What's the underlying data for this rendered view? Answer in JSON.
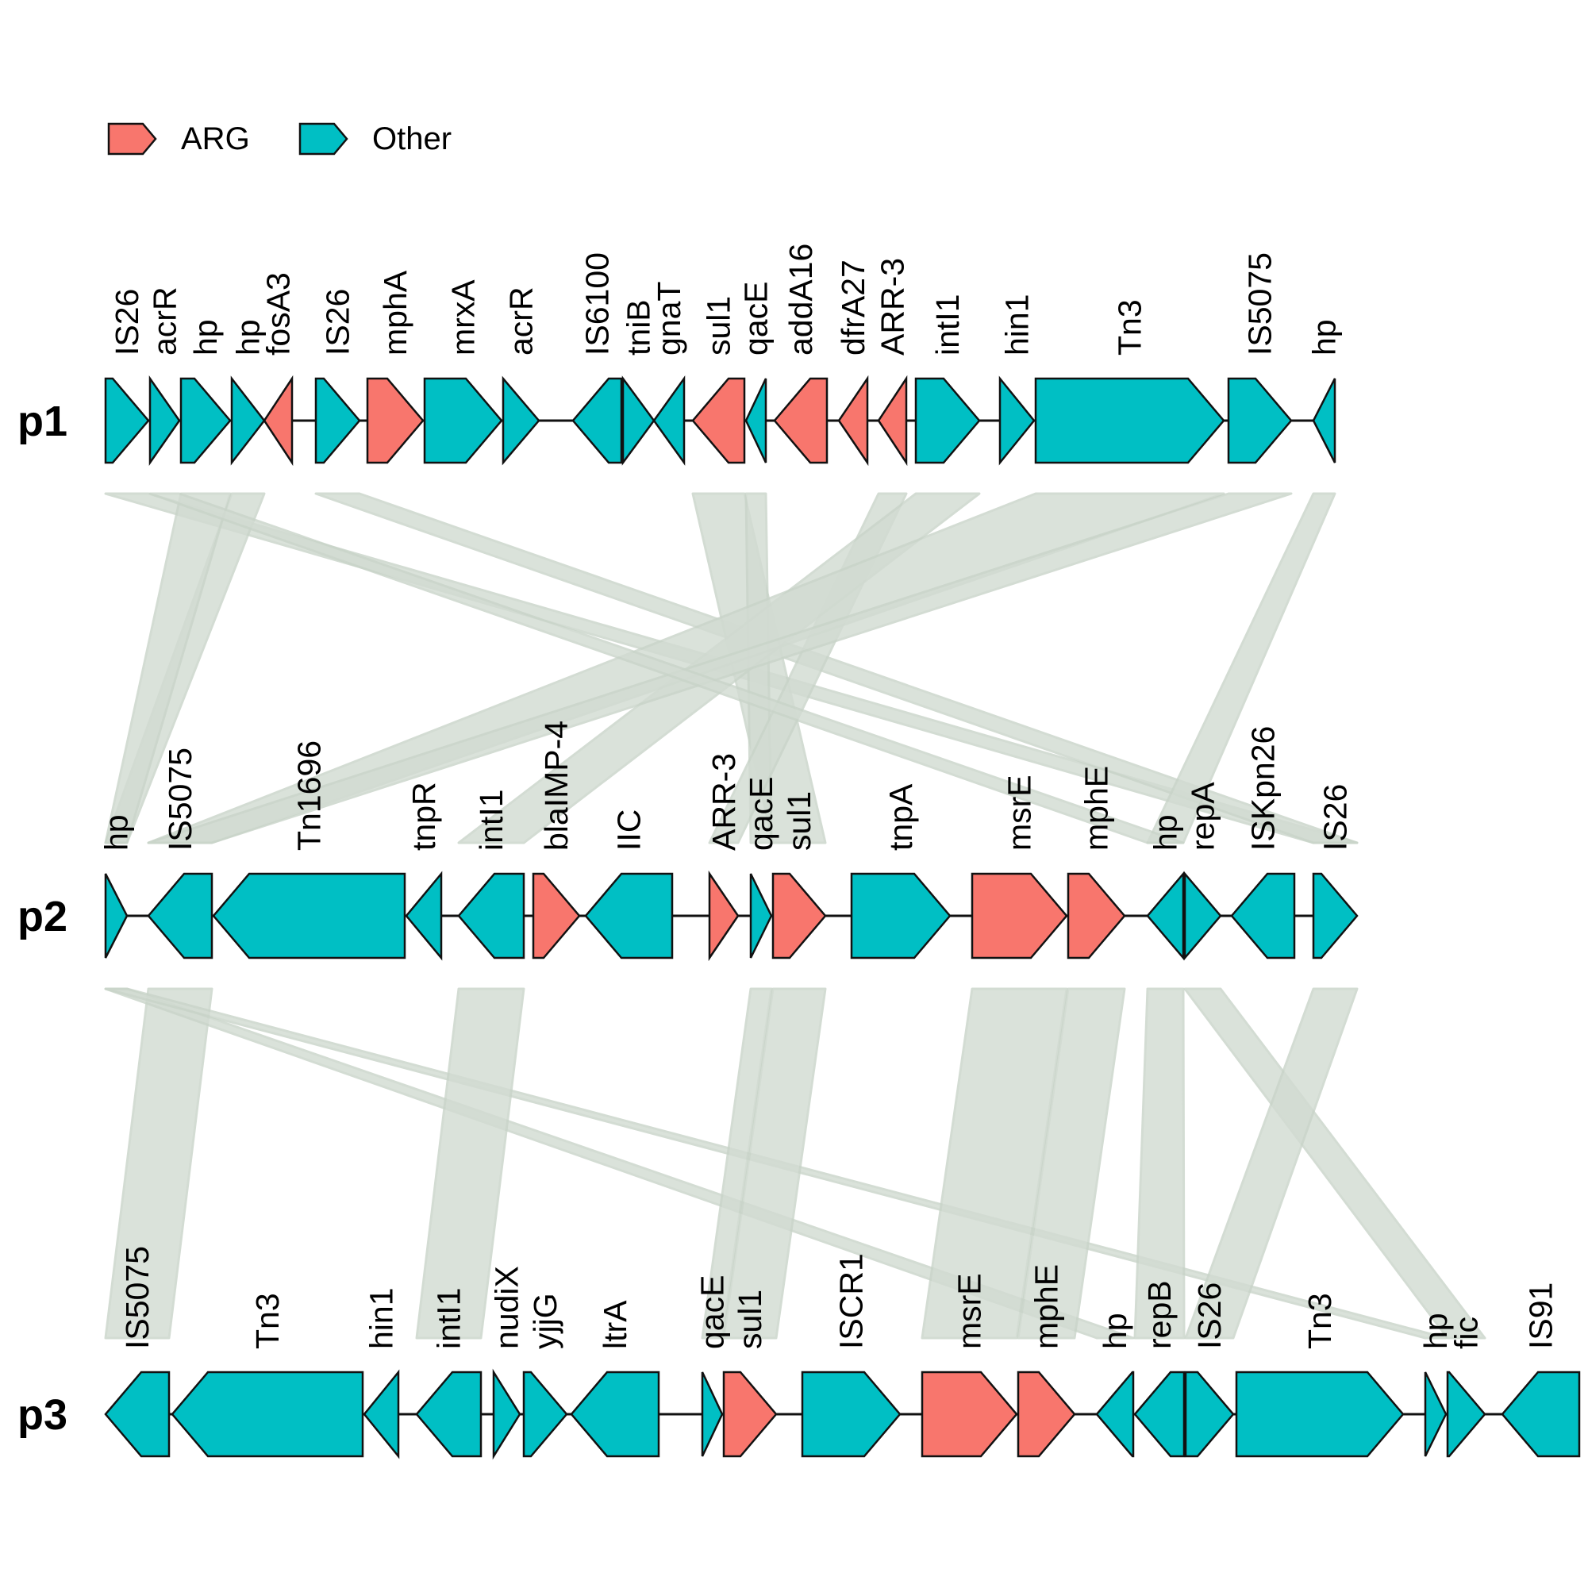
{
  "colors": {
    "arg": "#f8766d",
    "other": "#00bfc4",
    "link": "#d2dbd2",
    "outline": "#111111"
  },
  "legend": {
    "items": [
      {
        "key": "arg",
        "label": "ARG"
      },
      {
        "key": "other",
        "label": "Other"
      }
    ]
  },
  "tracks": [
    {
      "label": "p1",
      "genes": [
        {
          "name": "IS26",
          "start": 133,
          "end": 187,
          "strand": 1,
          "type": "other"
        },
        {
          "name": "acrR",
          "start": 189,
          "end": 226,
          "strand": 1,
          "type": "other"
        },
        {
          "name": "hp",
          "start": 228,
          "end": 290,
          "strand": 1,
          "type": "other"
        },
        {
          "name": "hp",
          "start": 292,
          "end": 333,
          "strand": 1,
          "type": "other"
        },
        {
          "name": "fosA3",
          "start": 333,
          "end": 368,
          "strand": -1,
          "type": "arg"
        },
        {
          "name": "IS26",
          "start": 398,
          "end": 453,
          "strand": 1,
          "type": "other"
        },
        {
          "name": "mphA",
          "start": 463,
          "end": 533,
          "strand": 1,
          "type": "arg"
        },
        {
          "name": "mrxA",
          "start": 535,
          "end": 632,
          "strand": 1,
          "type": "other"
        },
        {
          "name": "acrR",
          "start": 634,
          "end": 679,
          "strand": 1,
          "type": "other"
        },
        {
          "name": "IS6100",
          "start": 722,
          "end": 783,
          "strand": -1,
          "type": "other"
        },
        {
          "name": "tniB",
          "start": 785,
          "end": 824,
          "strand": 1,
          "type": "other"
        },
        {
          "name": "gnaT",
          "start": 824,
          "end": 862,
          "strand": -1,
          "type": "other"
        },
        {
          "name": "sul1",
          "start": 873,
          "end": 938,
          "strand": -1,
          "type": "arg"
        },
        {
          "name": "qacE",
          "start": 940,
          "end": 965,
          "strand": -1,
          "type": "other"
        },
        {
          "name": "addA16",
          "start": 976,
          "end": 1042,
          "strand": -1,
          "type": "arg"
        },
        {
          "name": "dfrA27",
          "start": 1057,
          "end": 1093,
          "strand": -1,
          "type": "arg"
        },
        {
          "name": "ARR-3",
          "start": 1107,
          "end": 1142,
          "strand": -1,
          "type": "arg"
        },
        {
          "name": "intI1",
          "start": 1154,
          "end": 1234,
          "strand": 1,
          "type": "other"
        },
        {
          "name": "hin1",
          "start": 1260,
          "end": 1303,
          "strand": 1,
          "type": "other"
        },
        {
          "name": "Tn3",
          "start": 1305,
          "end": 1542,
          "strand": 1,
          "type": "other"
        },
        {
          "name": "IS5075",
          "start": 1548,
          "end": 1627,
          "strand": 1,
          "type": "other"
        },
        {
          "name": "hp",
          "start": 1655,
          "end": 1682,
          "strand": -1,
          "type": "other"
        }
      ]
    },
    {
      "label": "p2",
      "genes": [
        {
          "name": "hp",
          "start": 133,
          "end": 160,
          "strand": 1,
          "type": "other"
        },
        {
          "name": "IS5075",
          "start": 187,
          "end": 267,
          "strand": -1,
          "type": "other"
        },
        {
          "name": "Tn1696",
          "start": 269,
          "end": 510,
          "strand": -1,
          "type": "other"
        },
        {
          "name": "tnpR",
          "start": 512,
          "end": 556,
          "strand": -1,
          "type": "other"
        },
        {
          "name": "intI1",
          "start": 578,
          "end": 660,
          "strand": -1,
          "type": "other"
        },
        {
          "name": "blaIMP-4",
          "start": 672,
          "end": 730,
          "strand": 1,
          "type": "arg"
        },
        {
          "name": "IIC",
          "start": 738,
          "end": 847,
          "strand": -1,
          "type": "other"
        },
        {
          "name": "ARR-3",
          "start": 894,
          "end": 930,
          "strand": 1,
          "type": "arg"
        },
        {
          "name": "qacE",
          "start": 946,
          "end": 972,
          "strand": 1,
          "type": "other"
        },
        {
          "name": "sul1",
          "start": 974,
          "end": 1040,
          "strand": 1,
          "type": "arg"
        },
        {
          "name": "tnpA",
          "start": 1073,
          "end": 1197,
          "strand": 1,
          "type": "other"
        },
        {
          "name": "msrE",
          "start": 1225,
          "end": 1344,
          "strand": 1,
          "type": "arg"
        },
        {
          "name": "mphE",
          "start": 1346,
          "end": 1417,
          "strand": 1,
          "type": "arg"
        },
        {
          "name": "hp",
          "start": 1446,
          "end": 1491,
          "strand": -1,
          "type": "other"
        },
        {
          "name": "repA",
          "start": 1493,
          "end": 1538,
          "strand": 1,
          "type": "other"
        },
        {
          "name": "ISKpn26",
          "start": 1552,
          "end": 1631,
          "strand": -1,
          "type": "other"
        },
        {
          "name": "IS26",
          "start": 1655,
          "end": 1710,
          "strand": 1,
          "type": "other"
        }
      ]
    },
    {
      "label": "p3",
      "genes": [
        {
          "name": "IS5075",
          "start": 133,
          "end": 213,
          "strand": -1,
          "type": "other"
        },
        {
          "name": "Tn3",
          "start": 217,
          "end": 457,
          "strand": -1,
          "type": "other"
        },
        {
          "name": "hin1",
          "start": 459,
          "end": 502,
          "strand": -1,
          "type": "other"
        },
        {
          "name": "intI1",
          "start": 525,
          "end": 606,
          "strand": -1,
          "type": "other"
        },
        {
          "name": "nudiX",
          "start": 622,
          "end": 655,
          "strand": 1,
          "type": "other"
        },
        {
          "name": "yjjG",
          "start": 660,
          "end": 714,
          "strand": 1,
          "type": "other"
        },
        {
          "name": "ltrA",
          "start": 720,
          "end": 830,
          "strand": -1,
          "type": "other"
        },
        {
          "name": "qacE",
          "start": 885,
          "end": 910,
          "strand": 1,
          "type": "other"
        },
        {
          "name": "sul1",
          "start": 912,
          "end": 978,
          "strand": 1,
          "type": "arg"
        },
        {
          "name": "ISCR1",
          "start": 1011,
          "end": 1134,
          "strand": 1,
          "type": "other"
        },
        {
          "name": "msrE",
          "start": 1162,
          "end": 1281,
          "strand": 1,
          "type": "arg"
        },
        {
          "name": "mphE",
          "start": 1283,
          "end": 1354,
          "strand": 1,
          "type": "arg"
        },
        {
          "name": "hp",
          "start": 1382,
          "end": 1428,
          "strand": -1,
          "type": "other"
        },
        {
          "name": "repB",
          "start": 1430,
          "end": 1492,
          "strand": -1,
          "type": "other"
        },
        {
          "name": "IS26",
          "start": 1494,
          "end": 1554,
          "strand": 1,
          "type": "other"
        },
        {
          "name": "Tn3",
          "start": 1558,
          "end": 1768,
          "strand": 1,
          "type": "other"
        },
        {
          "name": "hp",
          "start": 1796,
          "end": 1822,
          "strand": 1,
          "type": "other"
        },
        {
          "name": "fic",
          "start": 1824,
          "end": 1871,
          "strand": 1,
          "type": "other"
        },
        {
          "name": "IS91",
          "start": 1893,
          "end": 1990,
          "strand": -1,
          "type": "other"
        }
      ]
    }
  ],
  "links": [
    {
      "from": 0,
      "fromGene": 0,
      "to": 1,
      "toGene": 16
    },
    {
      "from": 0,
      "fromGene": 3,
      "to": 1,
      "toGene": 0
    },
    {
      "from": 0,
      "fromGene": 2,
      "to": 1,
      "toGene": 0
    },
    {
      "from": 0,
      "fromGene": 5,
      "to": 1,
      "toGene": 16
    },
    {
      "from": 0,
      "fromGene": 12,
      "to": 1,
      "toGene": 9
    },
    {
      "from": 0,
      "fromGene": 13,
      "to": 1,
      "toGene": 8
    },
    {
      "from": 0,
      "fromGene": 16,
      "to": 1,
      "toGene": 7
    },
    {
      "from": 0,
      "fromGene": 17,
      "to": 1,
      "toGene": 4
    },
    {
      "from": 0,
      "fromGene": 19,
      "to": 1,
      "toGene": 1
    },
    {
      "from": 0,
      "fromGene": 20,
      "to": 1,
      "toGene": 1
    },
    {
      "from": 0,
      "fromGene": 21,
      "to": 1,
      "toGene": 13
    },
    {
      "from": 0,
      "fromGene": 1,
      "to": 1,
      "toGene": 13
    },
    {
      "from": 1,
      "fromGene": 1,
      "to": 2,
      "toGene": 0
    },
    {
      "from": 1,
      "fromGene": 0,
      "to": 2,
      "toGene": 12
    },
    {
      "from": 1,
      "fromGene": 0,
      "to": 2,
      "toGene": 16
    },
    {
      "from": 1,
      "fromGene": 4,
      "to": 2,
      "toGene": 3
    },
    {
      "from": 1,
      "fromGene": 8,
      "to": 2,
      "toGene": 7
    },
    {
      "from": 1,
      "fromGene": 9,
      "to": 2,
      "toGene": 8
    },
    {
      "from": 1,
      "fromGene": 11,
      "to": 2,
      "toGene": 10
    },
    {
      "from": 1,
      "fromGene": 12,
      "to": 2,
      "toGene": 11
    },
    {
      "from": 1,
      "fromGene": 13,
      "to": 2,
      "toGene": 13
    },
    {
      "from": 1,
      "fromGene": 14,
      "to": 2,
      "toGene": 17
    },
    {
      "from": 1,
      "fromGene": 16,
      "to": 2,
      "toGene": 14
    }
  ]
}
